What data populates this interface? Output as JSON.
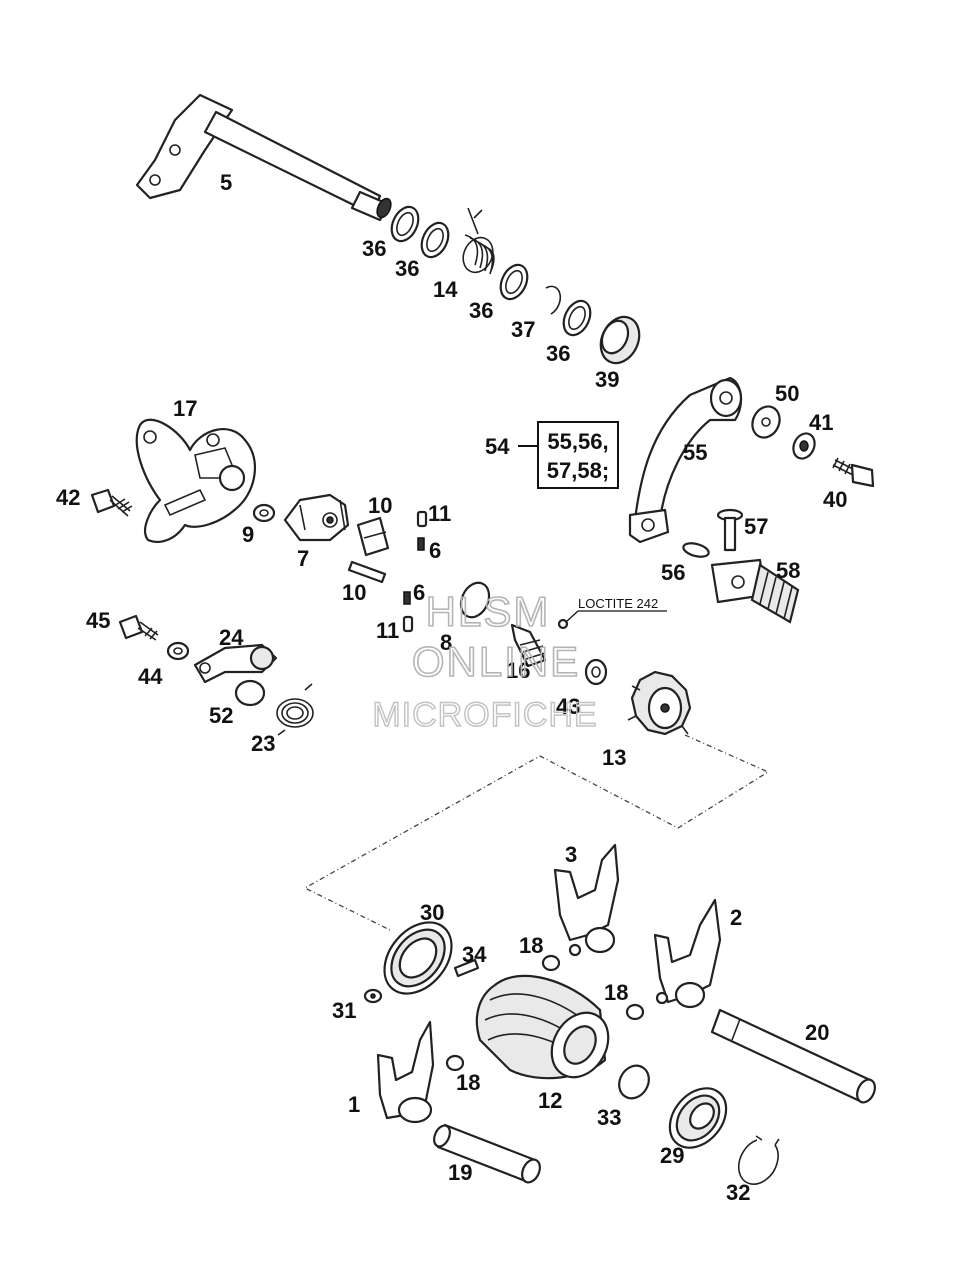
{
  "labels": {
    "l5": "5",
    "l36a": "36",
    "l36b": "36",
    "l14": "14",
    "l36c": "36",
    "l37": "37",
    "l36d": "36",
    "l39": "39",
    "l17": "17",
    "l42": "42",
    "l9": "9",
    "l7": "7",
    "l10a": "10",
    "l10b": "10",
    "l11a": "11",
    "l11b": "11",
    "l6a": "6",
    "l6b": "6",
    "l8": "8",
    "l16": "16",
    "l43": "43",
    "l13": "13",
    "l45": "45",
    "l44": "44",
    "l24": "24",
    "l52": "52",
    "l23": "23",
    "l54": "54",
    "l55": "55",
    "l50": "50",
    "l41": "41",
    "l40": "40",
    "l57": "57",
    "l56": "56",
    "l58": "58",
    "l3": "3",
    "l2": "2",
    "l30": "30",
    "l34": "34",
    "l18a": "18",
    "l18b": "18",
    "l18c": "18",
    "l31": "31",
    "l20": "20",
    "l1": "1",
    "l12": "12",
    "l33": "33",
    "l29": "29",
    "l19": "19",
    "l32": "32"
  },
  "callout_54": {
    "line1": "55,56,",
    "line2": "57,58;"
  },
  "note_loctite": "LOCTITE 242",
  "watermark": {
    "line1": "HLSM",
    "line2": "ONLINE",
    "line3": "MICROFICHE"
  }
}
